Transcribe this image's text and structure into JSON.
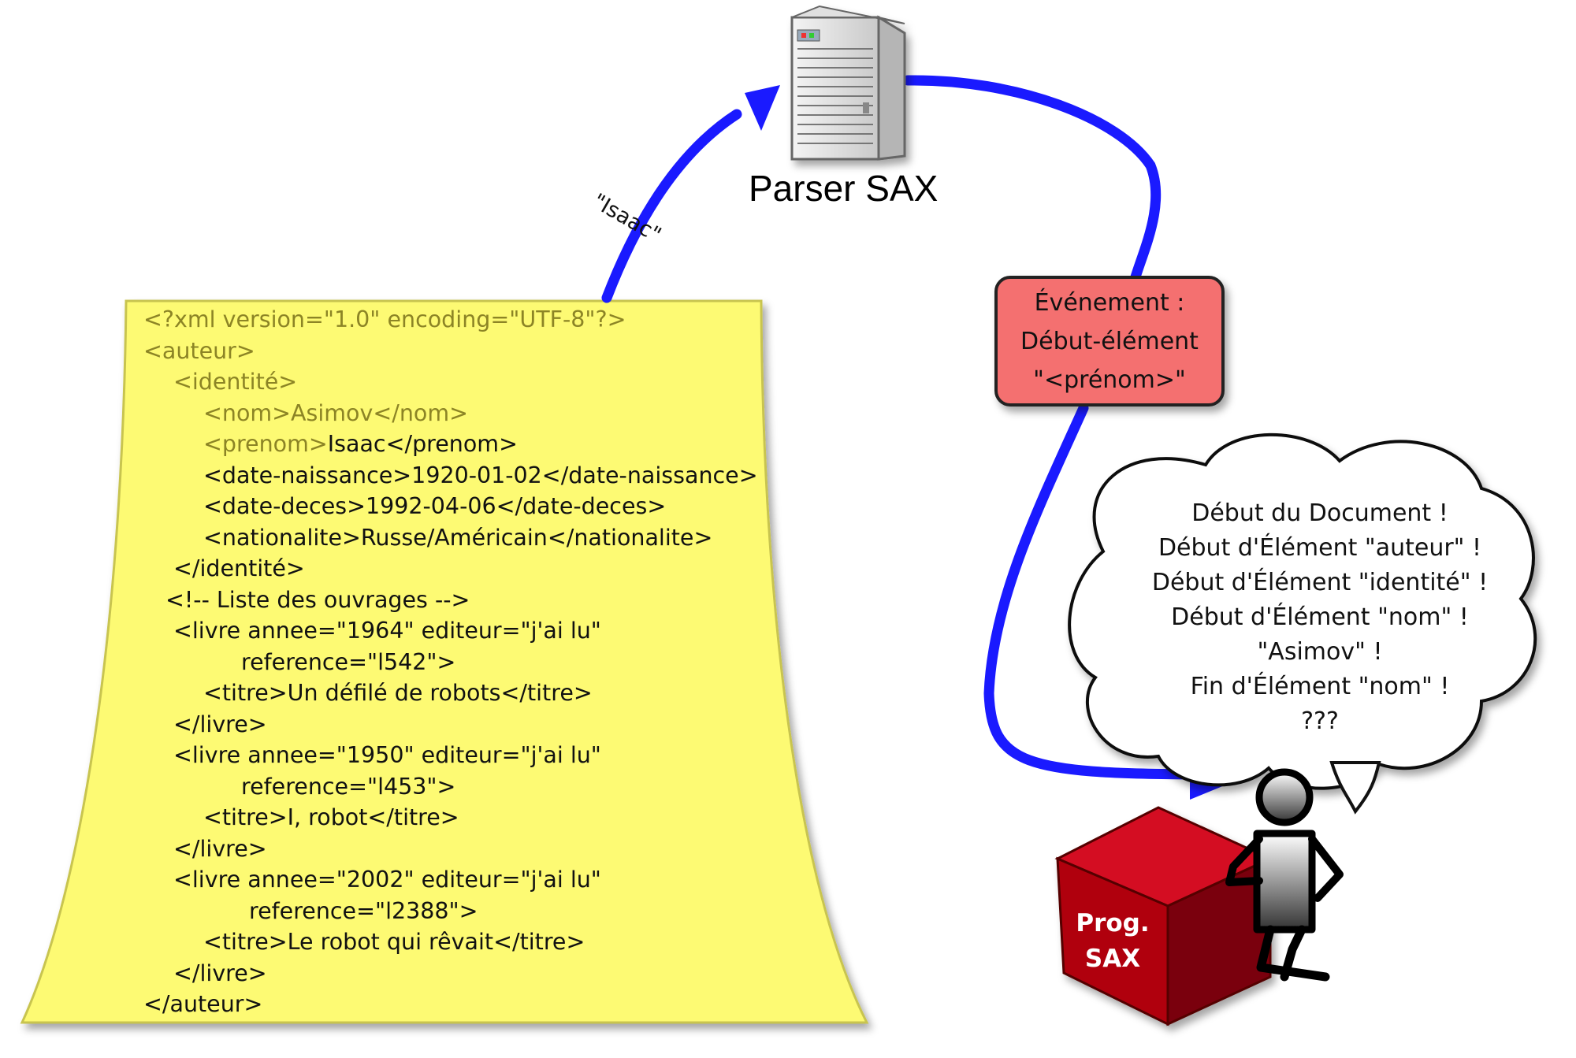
{
  "parser": {
    "label": "Parser SAX",
    "icon": "server-icon"
  },
  "arrow_label": "\"Isaac\"",
  "event": {
    "lines": [
      "Événement :",
      "Début-élément",
      "\"<prénom>\""
    ],
    "fill": "#f47070"
  },
  "bubble": {
    "lines": [
      "Début du Document !",
      "Début d'Élément \"auteur\" !",
      "Début d'Élément \"identité\" !",
      "Début d'Élément \"nom\" !",
      "\"Asimov\" !",
      "Fin d'Élément \"nom\" !",
      "???"
    ]
  },
  "program": {
    "label_line1": "Prog.",
    "label_line2": "SAX",
    "color": "#b00010",
    "figure_icon": "stick-figure-icon"
  },
  "colors": {
    "arrow": "#1a1aff",
    "document": "#fdfa73",
    "processed_text": "#8c8425"
  },
  "xml_document": {
    "lines": [
      {
        "processed": "<?xml version=\"1.0\" encoding=\"UTF-8\"?>",
        "rest": ""
      },
      {
        "processed": "<auteur>",
        "rest": ""
      },
      {
        "processed": "<identité>",
        "rest": ""
      },
      {
        "processed": "<nom>Asimov</nom>",
        "rest": ""
      },
      {
        "processed": "<prenom>",
        "rest": "Isaac</prenom>"
      },
      {
        "processed": "",
        "rest": "<date-naissance>1920-01-02</date-naissance>"
      },
      {
        "processed": "",
        "rest": "<date-deces>1992-04-06</date-deces>"
      },
      {
        "processed": "",
        "rest": "<nationalite>Russe/Américain</nationalite>"
      },
      {
        "processed": "",
        "rest": "</identité>"
      },
      {
        "processed": "",
        "rest": "<!-- Liste des ouvrages -->"
      },
      {
        "processed": "",
        "rest": "<livre annee=\"1964\" editeur=\"j'ai lu\""
      },
      {
        "processed": "",
        "rest": "reference=\"l542\">"
      },
      {
        "processed": "",
        "rest": "<titre>Un défilé de robots</titre>"
      },
      {
        "processed": "",
        "rest": "</livre>"
      },
      {
        "processed": "",
        "rest": "<livre annee=\"1950\" editeur=\"j'ai lu\""
      },
      {
        "processed": "",
        "rest": "reference=\"l453\">"
      },
      {
        "processed": "",
        "rest": "<titre>I, robot</titre>"
      },
      {
        "processed": "",
        "rest": "</livre>"
      },
      {
        "processed": "",
        "rest": "<livre annee=\"2002\" editeur=\"j'ai lu\""
      },
      {
        "processed": "",
        "rest": "reference=\"l2388\">"
      },
      {
        "processed": "",
        "rest": "<titre>Le robot qui rêvait</titre>"
      },
      {
        "processed": "",
        "rest": "</livre>"
      },
      {
        "processed": "",
        "rest": "</auteur>"
      }
    ]
  }
}
